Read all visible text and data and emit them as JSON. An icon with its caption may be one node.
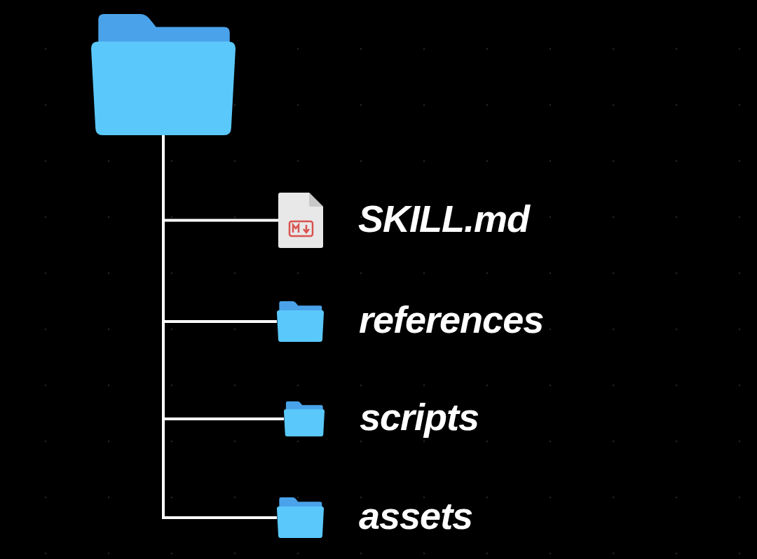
{
  "diagram": {
    "nodes": [
      {
        "text": [],
        "shape": "folder"
      },
      {
        "text": [],
        "shape": "file",
        "beside": [
          "SKILL.md"
        ]
      },
      {
        "text": [],
        "shape": "folder",
        "beside": [
          "references"
        ]
      },
      {
        "text": [],
        "shape": "folder",
        "beside": [
          "scripts"
        ]
      },
      {
        "text": [],
        "shape": "folder",
        "beside": [
          "assets"
        ]
      }
    ],
    "edges": [
      {
        "from": 0,
        "to": 1,
        "arrow": "none"
      },
      {
        "from": 0,
        "to": 2,
        "arrow": "none"
      },
      {
        "from": 0,
        "to": 3,
        "arrow": "none"
      },
      {
        "from": 0,
        "to": 4,
        "arrow": "none"
      }
    ]
  }
}
